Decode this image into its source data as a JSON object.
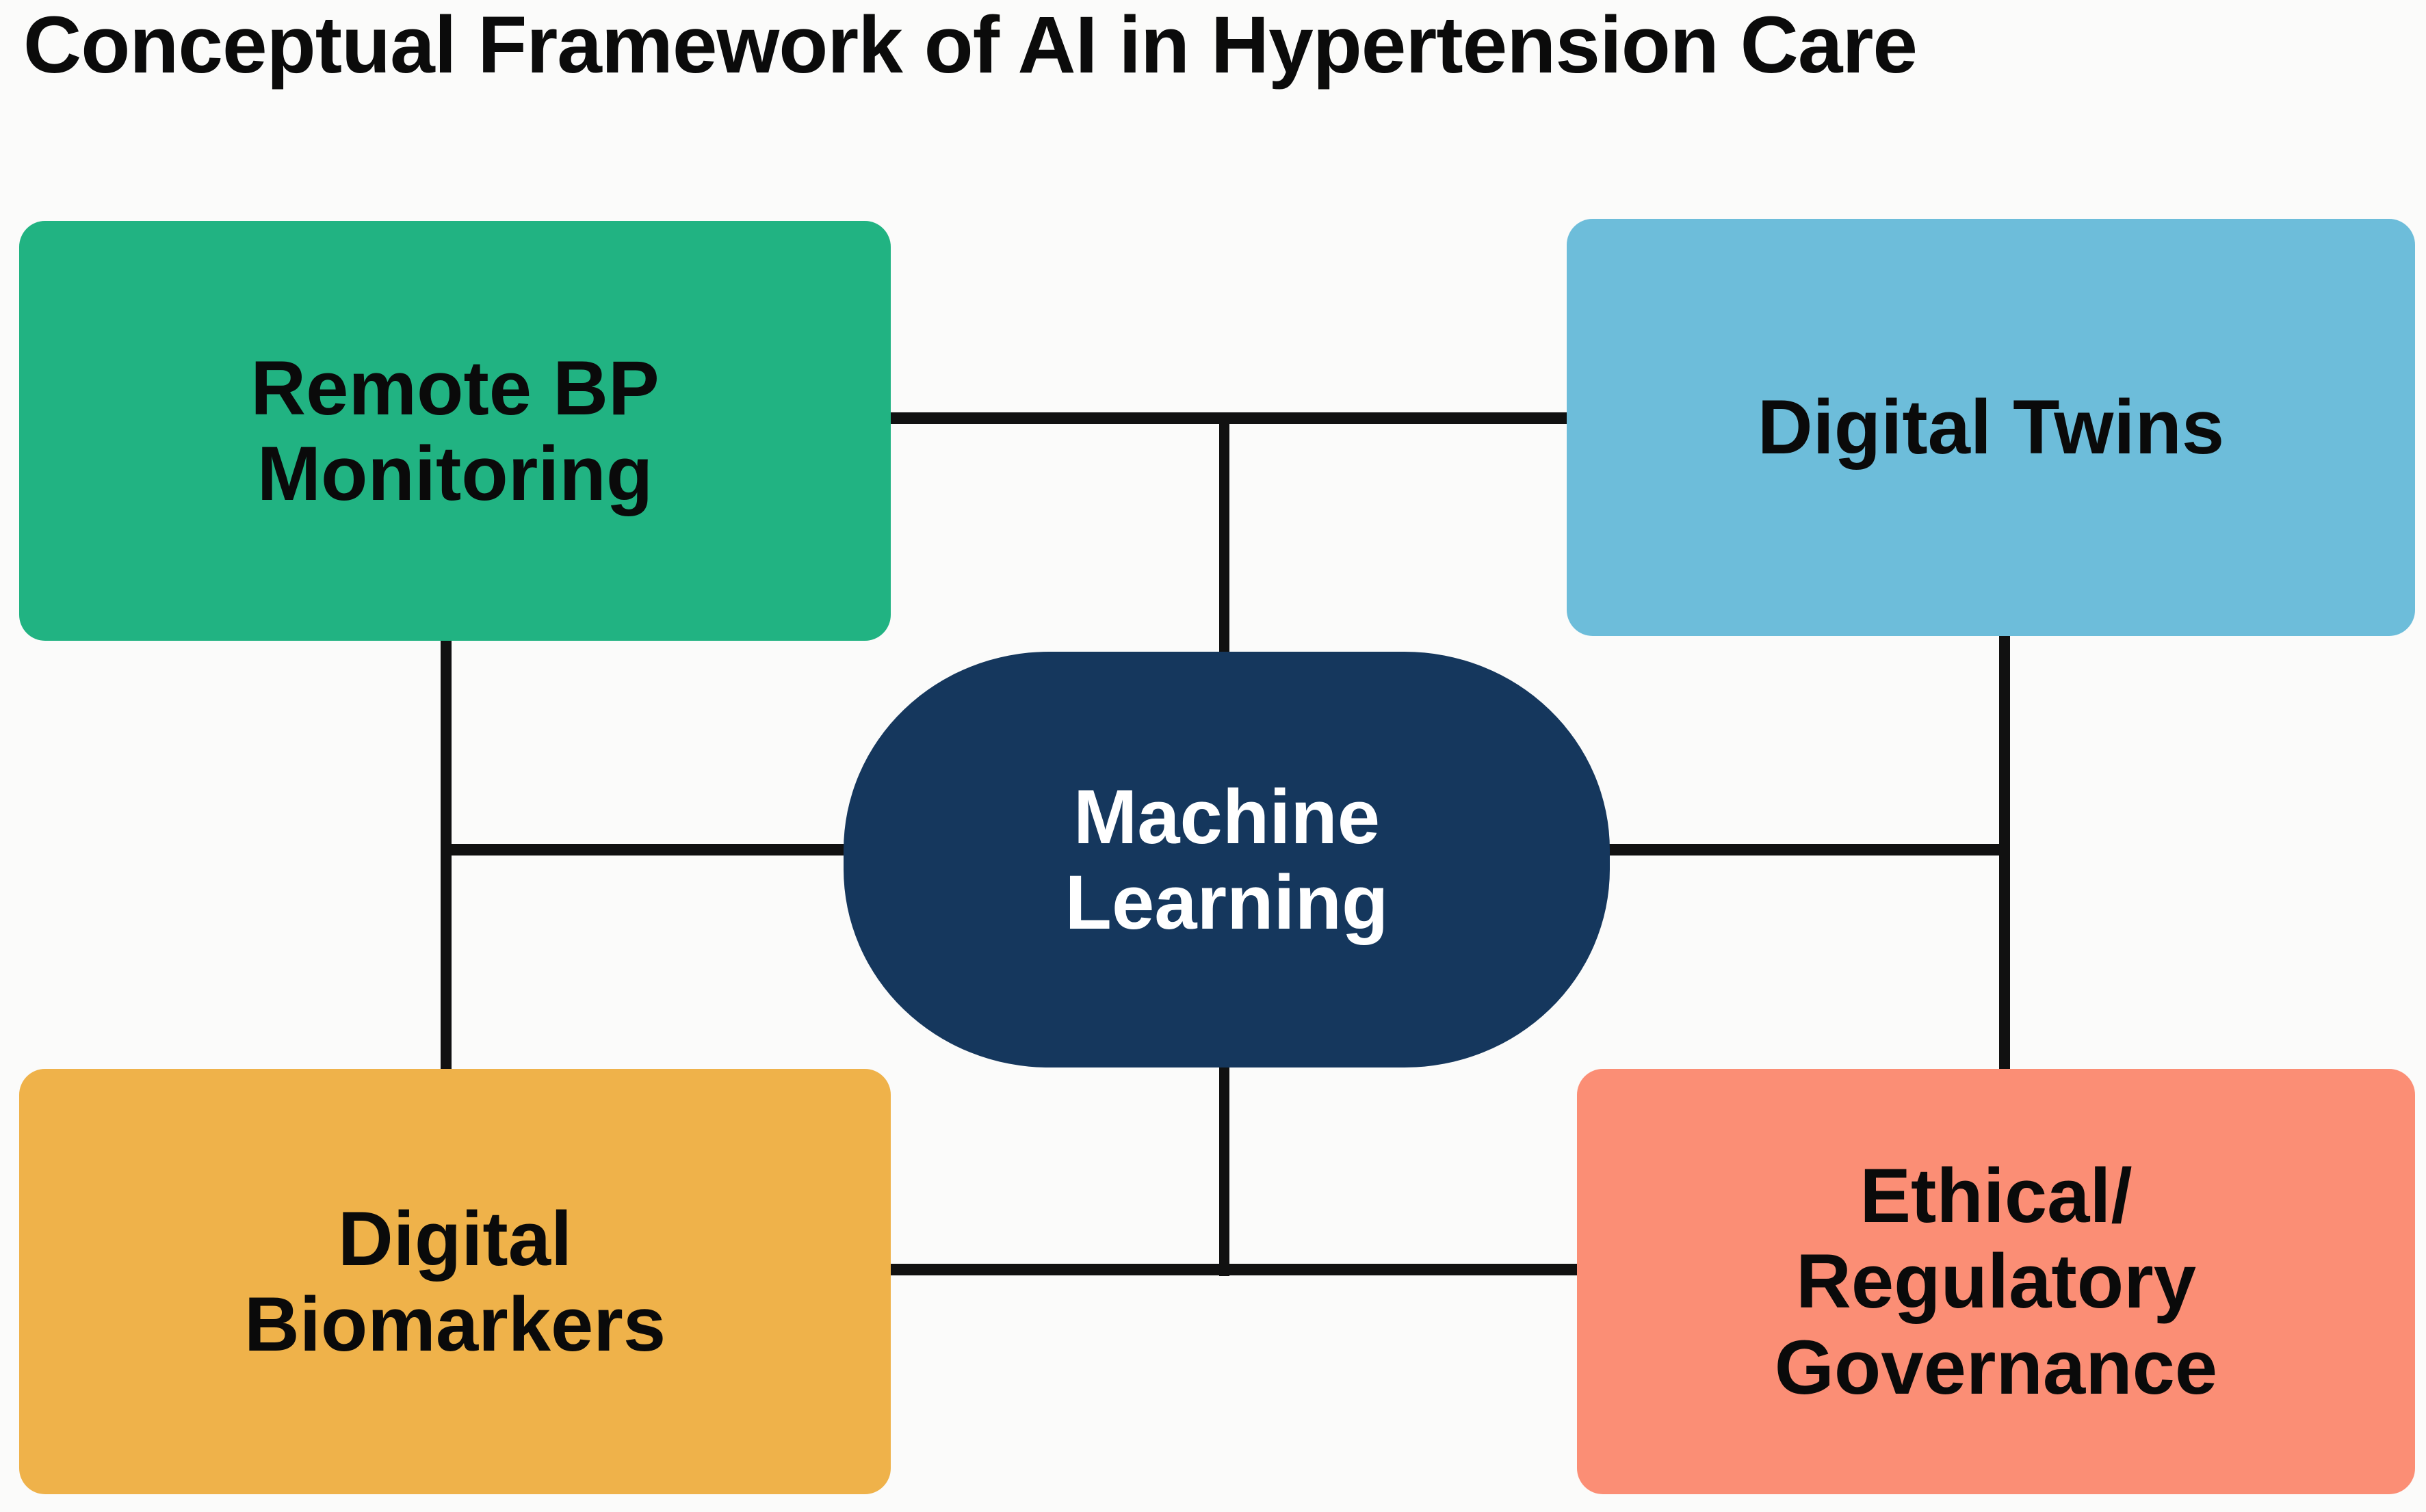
{
  "figure": {
    "title": "Conceptual Framework of AI in Hypertension Care",
    "background_color": "#fbfbfa"
  },
  "nodes": {
    "center": {
      "label": "Machine\nLearning",
      "color": "#15375d",
      "text_color": "#ffffff",
      "shape": "ellipse"
    },
    "top_left": {
      "label": "Remote BP\nMonitoring",
      "color": "#21b382",
      "text_color": "#0a0a0a",
      "shape": "rounded-rect"
    },
    "top_right": {
      "label": "Digital Twins",
      "color": "#6dbdda",
      "text_color": "#0a0a0a",
      "shape": "rounded-rect"
    },
    "bottom_left": {
      "label": "Digital\nBiomarkers",
      "color": "#efb24a",
      "text_color": "#0a0a0a",
      "shape": "rounded-rect"
    },
    "bottom_right": {
      "label": "Ethical/\nRegulatory\nGovernance",
      "color": "#fb8e75",
      "text_color": "#0a0a0a",
      "shape": "rounded-rect"
    }
  },
  "edges": {
    "color": "#111111",
    "connections": [
      "Remote BP Monitoring — Digital Twins — Machine Learning",
      "Remote BP Monitoring — Digital Biomarkers — Machine Learning",
      "Digital Twins — Ethical/Regulatory Governance — Machine Learning",
      "Digital Biomarkers — Ethical/Regulatory Governance — Machine Learning"
    ]
  }
}
